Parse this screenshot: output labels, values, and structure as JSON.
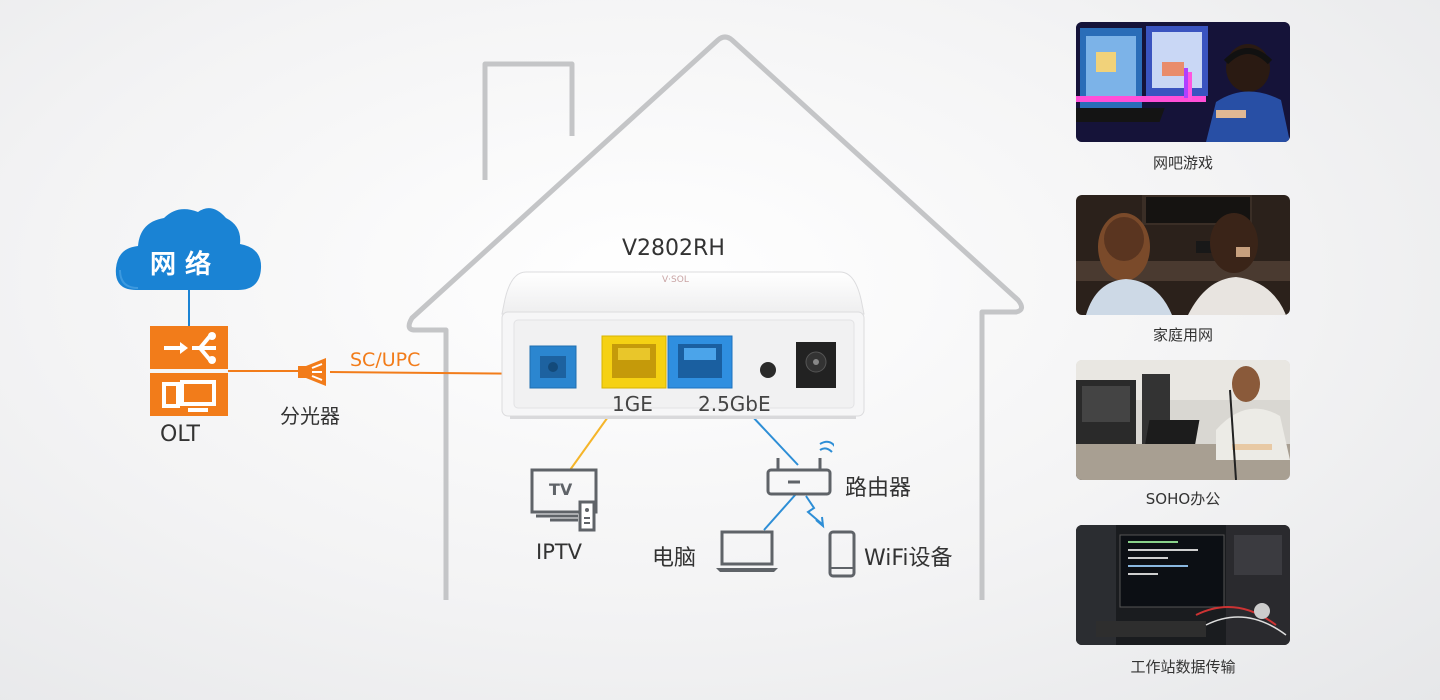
{
  "network_label": "网 络",
  "olt_label": "OLT",
  "splitter_label": "分光器",
  "connector_label": "SC/UPC",
  "device": {
    "model": "V2802RH",
    "brand": "V·SOL"
  },
  "ports": {
    "ge": "1GE",
    "ge25": "2.5GbE"
  },
  "terminals": {
    "iptv": "IPTV",
    "tv_text": "TV",
    "router": "路由器",
    "pc": "电脑",
    "wifi": "WiFi设备"
  },
  "scenarios": [
    {
      "caption": "网吧游戏"
    },
    {
      "caption": "家庭用网"
    },
    {
      "caption": "SOHO办公"
    },
    {
      "caption": "工作站数据传输"
    }
  ],
  "colors": {
    "cloud": "#1a83d4",
    "olt": "#f27c1a",
    "fiber": "#f27c1a",
    "ge_line": "#f5b52a",
    "ge25_line": "#2d8ed6",
    "house": "#c4c5c7",
    "icon_gray": "#5f6368",
    "sc_port": "#2b86d0",
    "ge_port": "#f5d113",
    "ge25_port": "#2f8fe0"
  }
}
